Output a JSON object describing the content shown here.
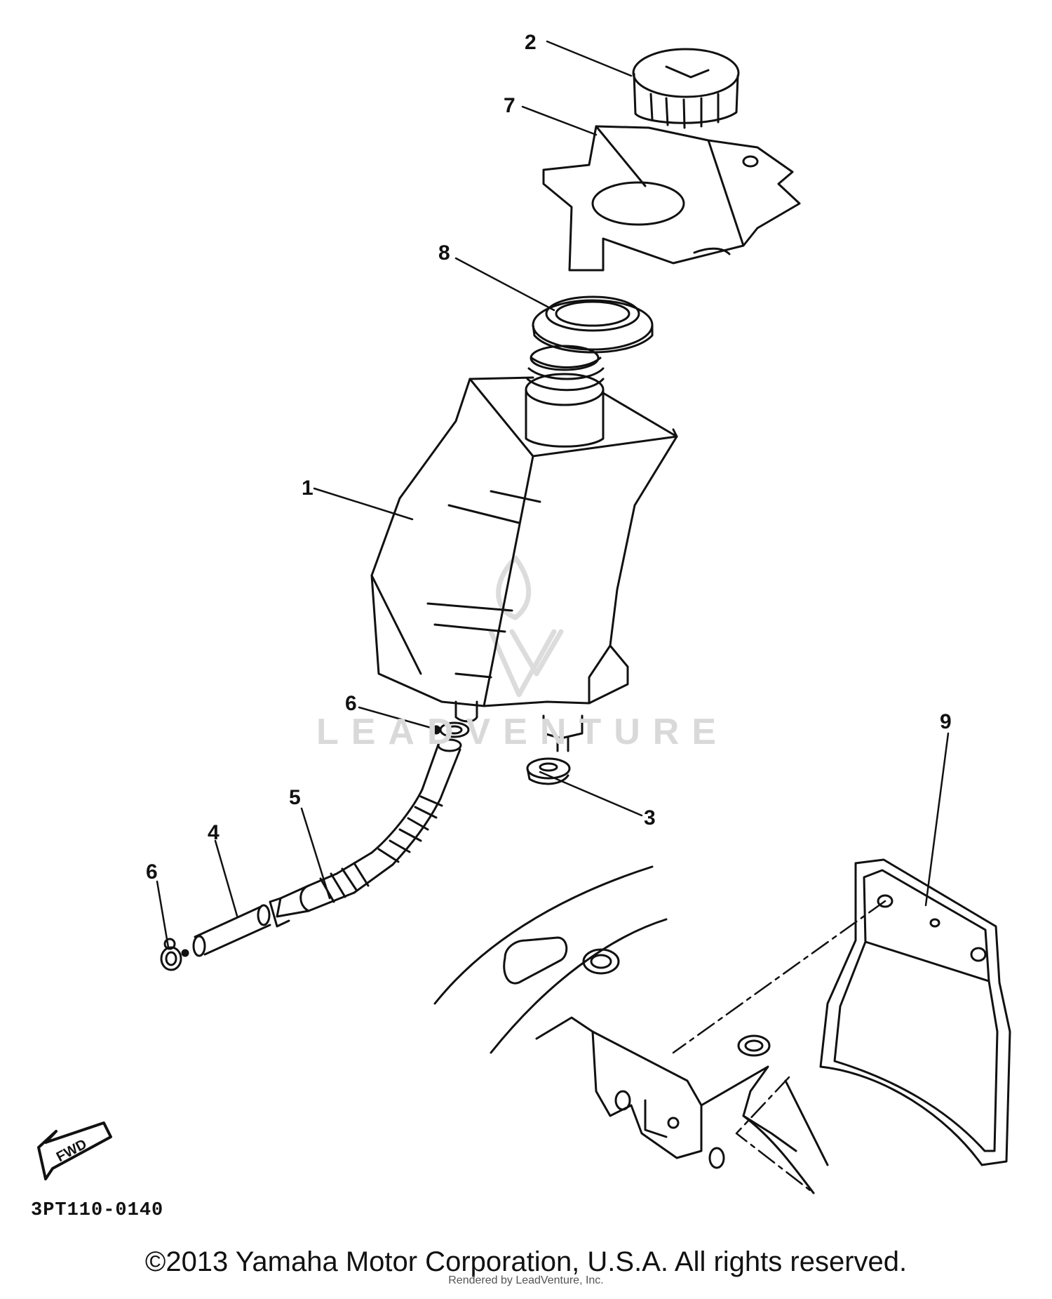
{
  "callouts": [
    {
      "id": "1",
      "text": "1"
    },
    {
      "id": "2",
      "text": "2"
    },
    {
      "id": "3",
      "text": "3"
    },
    {
      "id": "4",
      "text": "4"
    },
    {
      "id": "5",
      "text": "5"
    },
    {
      "id": "6a",
      "text": "6"
    },
    {
      "id": "6b",
      "text": "6"
    },
    {
      "id": "7",
      "text": "7"
    },
    {
      "id": "8",
      "text": "8"
    },
    {
      "id": "9",
      "text": "9"
    }
  ],
  "fwd_label": "FWD",
  "watermark": "LEADVENTURE",
  "diagram_code": "3PT110-0140",
  "copyright": "©2013 Yamaha Motor Corporation, U.S.A. All rights reserved.",
  "credit": "Rendered by LeadVenture, Inc.",
  "colors": {
    "line": "#111111",
    "watermark": "#d9d9d9",
    "background": "#ffffff"
  }
}
